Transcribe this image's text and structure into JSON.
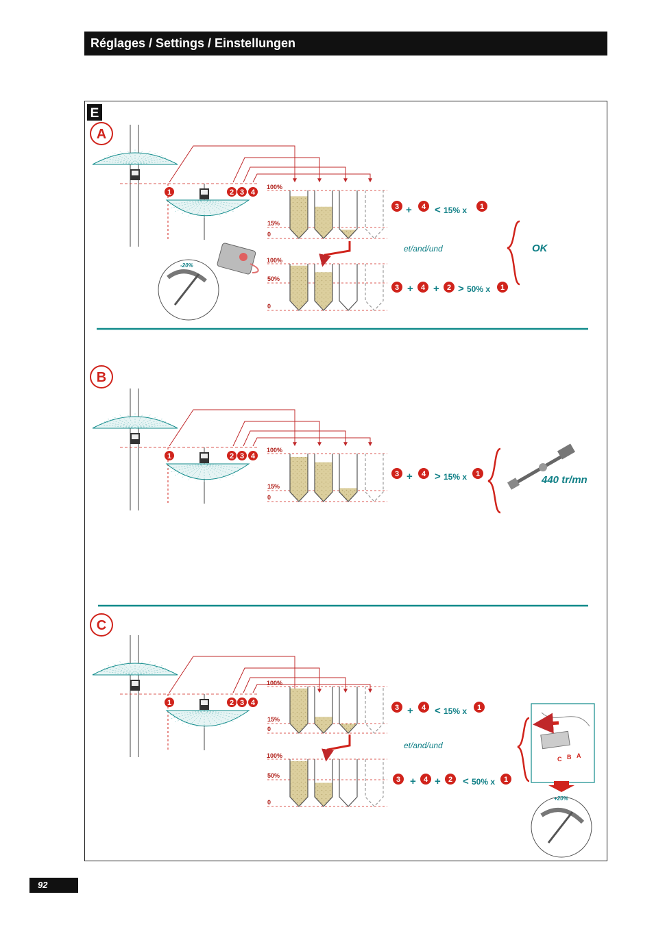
{
  "header": {
    "title": "Réglages / Settings / Einstellungen"
  },
  "page_number": "92",
  "figure": {
    "label": "E",
    "fill_levels": {
      "top": "100%",
      "p15": "15%",
      "p50": "50%",
      "zero": "0"
    },
    "connector_note": "et/and/und",
    "sections": [
      {
        "label": "A",
        "eq1": {
          "lhs": [
            "3",
            "4"
          ],
          "op": "<",
          "rhs": "15% x",
          "ref": "1"
        },
        "eq2": {
          "lhs": [
            "3",
            "4",
            "2"
          ],
          "op": ">",
          "rhs": "50% x",
          "ref": "1"
        },
        "result": "OK",
        "dial": "-20%"
      },
      {
        "label": "B",
        "eq1": {
          "lhs": [
            "3",
            "4"
          ],
          "op": ">",
          "rhs": "15% x",
          "ref": "1"
        },
        "result": "440 tr/mn"
      },
      {
        "label": "C",
        "eq1": {
          "lhs": [
            "3",
            "4"
          ],
          "op": "<",
          "rhs": "15% x",
          "ref": "1"
        },
        "eq2": {
          "lhs": [
            "3",
            "4",
            "2"
          ],
          "op": "<",
          "rhs": "50% x",
          "ref": "1"
        },
        "dial": "+20%",
        "lever_marks": [
          "C",
          "B",
          "A"
        ]
      }
    ],
    "colors": {
      "accent_red": "#d0231b",
      "teal": "#0f7f86",
      "sand": "#d9cc9a"
    }
  }
}
